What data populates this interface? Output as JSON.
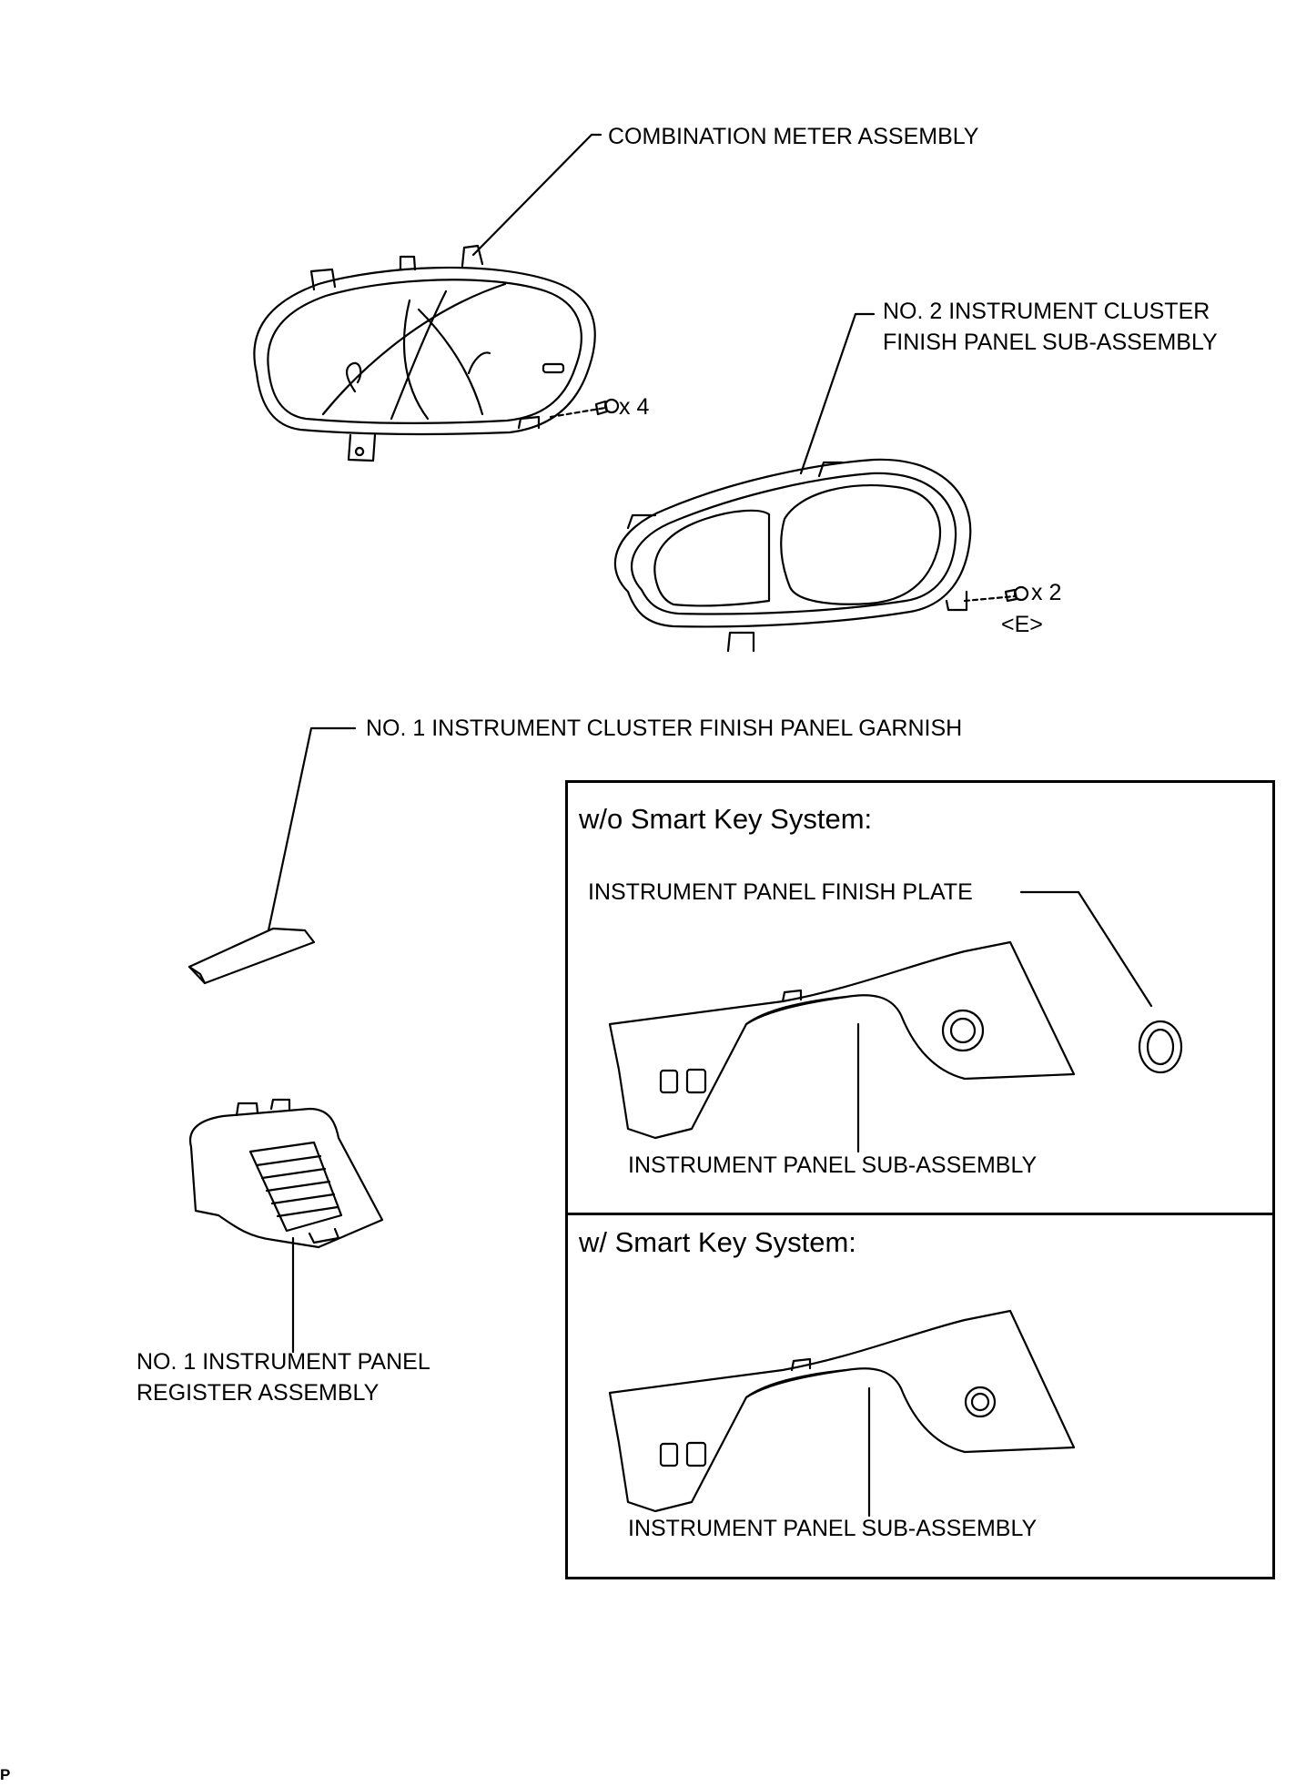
{
  "labels": {
    "combination_meter": "COMBINATION METER ASSEMBLY",
    "cluster_panel_line1": "NO. 2 INSTRUMENT CLUSTER",
    "cluster_panel_line2": "FINISH PANEL SUB-ASSEMBLY",
    "meter_screw_qty": "x 4",
    "panel_screw_qty": "x 2",
    "panel_screw_code": "<E>",
    "garnish": "NO. 1 INSTRUMENT CLUSTER FINISH PANEL GARNISH",
    "register_line1": "NO. 1 INSTRUMENT PANEL",
    "register_line2": "REGISTER ASSEMBLY"
  },
  "variants": [
    {
      "title": "w/o Smart Key System:",
      "finish_plate": "INSTRUMENT PANEL FINISH PLATE",
      "sub_assembly": "INSTRUMENT PANEL SUB-ASSEMBLY"
    },
    {
      "title": "w/ Smart Key System:",
      "sub_assembly": "INSTRUMENT PANEL SUB-ASSEMBLY"
    }
  ],
  "footer_code": "P"
}
